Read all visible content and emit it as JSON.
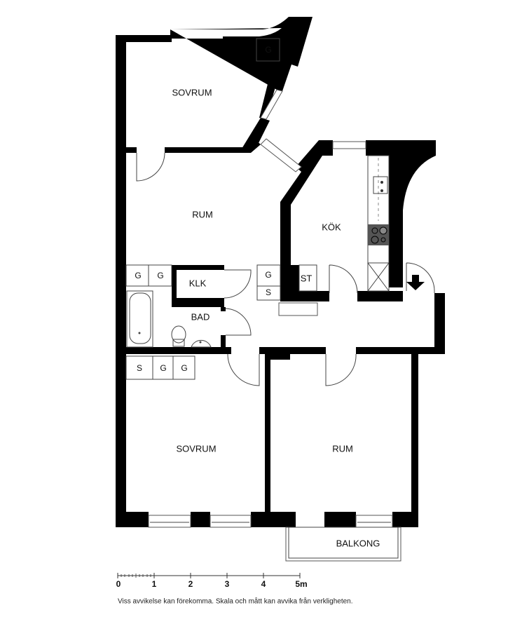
{
  "rooms": {
    "sovrum_top": "SOVRUM",
    "rum_top": "RUM",
    "kok": "KÖK",
    "klk": "KLK",
    "bad": "BAD",
    "st": "ST",
    "sovrum_bottom": "SOVRUM",
    "rum_bottom": "RUM",
    "balkong": "BALKONG"
  },
  "closets": {
    "sovrum_top_g": "G",
    "rum_g1": "G",
    "rum_g2": "G",
    "hall_g": "G",
    "hall_s": "S",
    "sovrum_s": "S",
    "sovrum_g1": "G",
    "sovrum_g2": "G"
  },
  "scale": {
    "ticks": [
      "0",
      "1",
      "2",
      "3",
      "4",
      "5m"
    ]
  },
  "disclaimer": "Viss avvikelse kan förekomma. Skala och mått kan avvika från verkligheten.",
  "colors": {
    "wall": "#000000",
    "stove": "#555555"
  }
}
